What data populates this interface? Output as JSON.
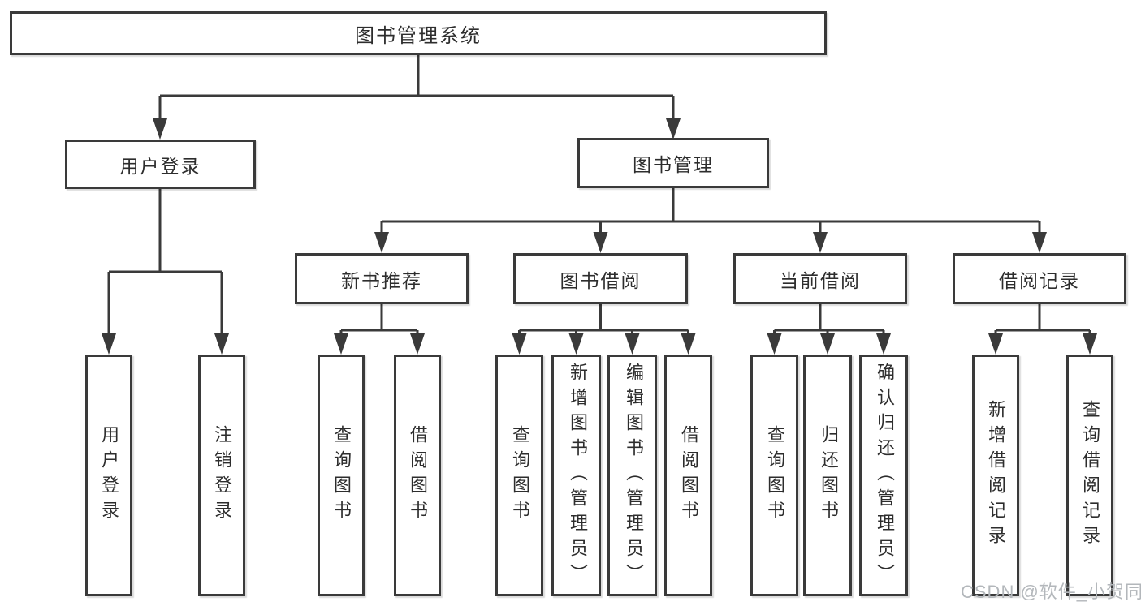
{
  "diagram": {
    "root": {
      "label": "图书管理系统"
    },
    "level1": [
      {
        "label": "用户登录"
      },
      {
        "label": "图书管理"
      }
    ],
    "level2": [
      {
        "label": "新书推荐"
      },
      {
        "label": "图书借阅"
      },
      {
        "label": "当前借阅"
      },
      {
        "label": "借阅记录"
      }
    ],
    "leaves": {
      "user_login": [
        {
          "label": "用户登录"
        },
        {
          "label": "注销登录"
        }
      ],
      "new_book_rec": [
        {
          "label": "查询图书"
        },
        {
          "label": "借阅图书"
        }
      ],
      "book_borrowing": [
        {
          "label": "查询图书"
        },
        {
          "label": "新增图书（管理员）"
        },
        {
          "label": "编辑图书（管理员）"
        },
        {
          "label": "借阅图书"
        }
      ],
      "current_borrowing": [
        {
          "label": "查询图书"
        },
        {
          "label": "归还图书"
        },
        {
          "label": "确认归还（管理员）"
        }
      ],
      "borrowing_records": [
        {
          "label": "新增借阅记录"
        },
        {
          "label": "查询借阅记录"
        }
      ]
    },
    "colors": {
      "line": "#3a3a3a",
      "text": "#2d2d2d",
      "box_background": "#ffffff"
    }
  },
  "watermark": {
    "text": "CSDN @软件_小贺同学",
    "color": "#b3b7bb"
  }
}
